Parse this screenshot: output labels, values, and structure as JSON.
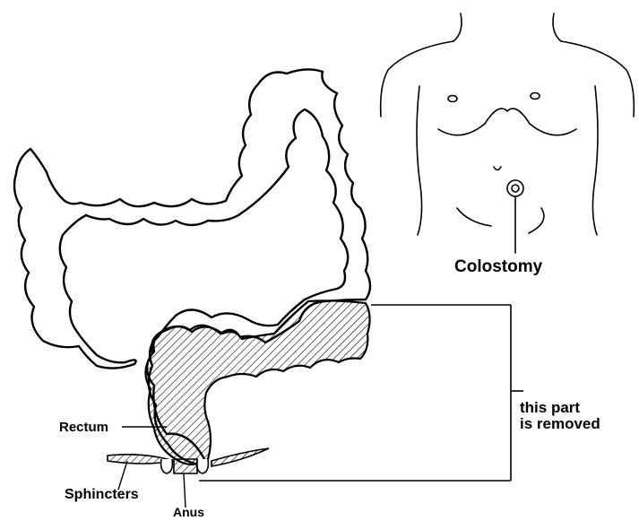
{
  "labels": {
    "colostomy": "Colostomy",
    "removed_line1": "this part",
    "removed_line2": "is removed",
    "rectum": "Rectum",
    "sphincters": "Sphincters",
    "anus": "Anus"
  },
  "colors": {
    "ink": "#000000",
    "background": "#ffffff"
  }
}
